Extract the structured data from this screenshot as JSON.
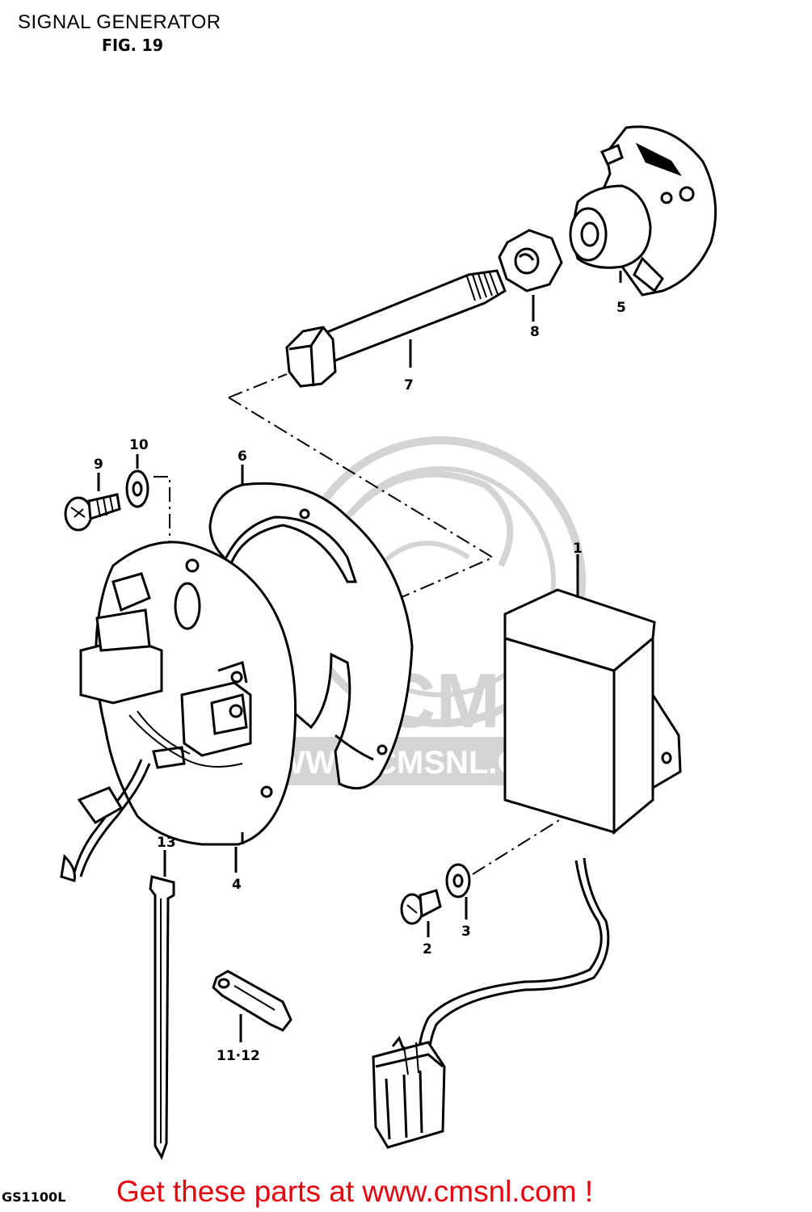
{
  "header": {
    "title": "SIGNAL GENERATOR",
    "figure": "FIG. 19"
  },
  "callouts": [
    {
      "id": "c1",
      "label": "1"
    },
    {
      "id": "c2",
      "label": "2"
    },
    {
      "id": "c3",
      "label": "3"
    },
    {
      "id": "c4",
      "label": "4"
    },
    {
      "id": "c5",
      "label": "5"
    },
    {
      "id": "c6",
      "label": "6"
    },
    {
      "id": "c7",
      "label": "7"
    },
    {
      "id": "c8",
      "label": "8"
    },
    {
      "id": "c9",
      "label": "9"
    },
    {
      "id": "c10",
      "label": "10"
    },
    {
      "id": "c11",
      "label": "11·12"
    },
    {
      "id": "c13",
      "label": "13"
    }
  ],
  "footer": {
    "model": "GS1100L",
    "promo": "Get these parts at www.cmsnl.com !"
  },
  "watermark": {
    "brand": "CMS",
    "url": "WWW.CMSNL.COM"
  },
  "colors": {
    "promo": "#e8000d",
    "watermark": "#d4d4d4",
    "line": "#000000"
  }
}
